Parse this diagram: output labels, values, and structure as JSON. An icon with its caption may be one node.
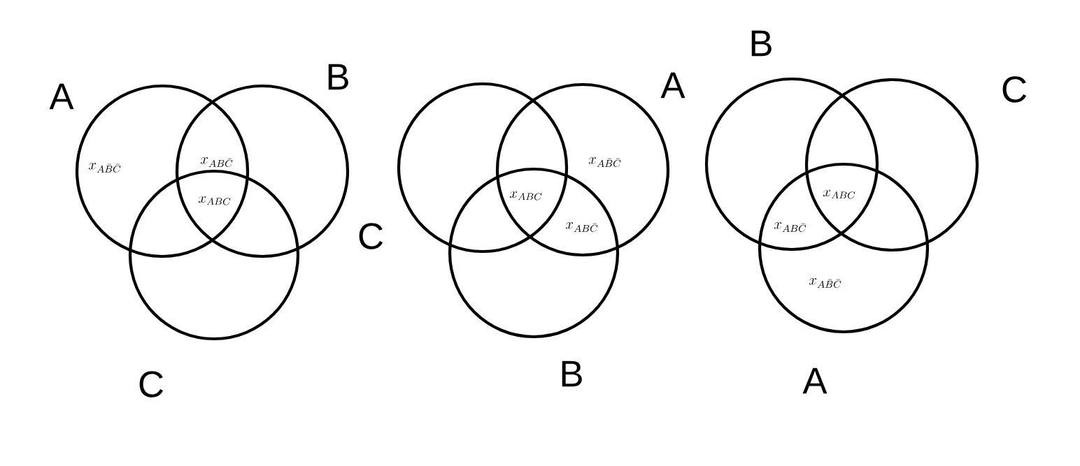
{
  "diagram": {
    "labels": [
      "A",
      "B",
      "x_{A\\bar{B}\\bar{C}}",
      "x_{AB\\bar{C}}",
      "x_{ABC}",
      "C",
      "C",
      "A",
      "x_{A\\bar{B}\\bar{C}}",
      "x_{ABC}",
      "x_{AB\\bar{C}}",
      "B",
      "B",
      "C",
      "x_{ABC}",
      "x_{AB\\bar{C}}",
      "x_{A\\bar{B}\\bar{C}}",
      "A"
    ]
  }
}
